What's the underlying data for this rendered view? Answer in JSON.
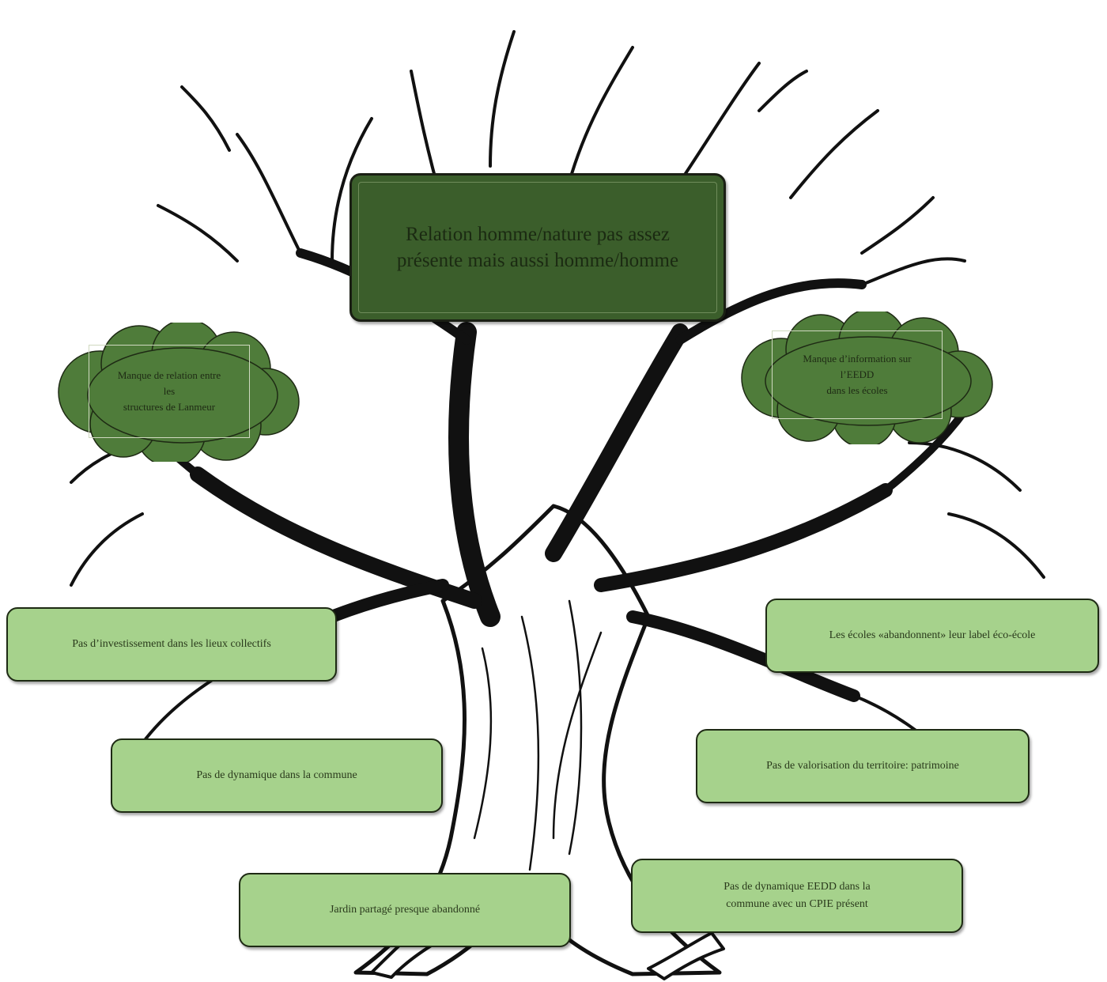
{
  "colors": {
    "light_box": "#a6d28c",
    "dark_box": "#3b5e2b",
    "cloud": "#4f7c3a",
    "outline": "#1e2a14"
  },
  "central": {
    "lines": [
      "Relation homme/nature pas assez",
      "présente mais aussi homme/homme"
    ]
  },
  "clouds": {
    "left": {
      "lines": [
        "Manque de relation entre",
        "les",
        "structures de Lanmeur"
      ]
    },
    "right": {
      "lines": [
        "Manque d’information sur",
        "l’EEDD",
        "dans les écoles"
      ]
    }
  },
  "boxes": {
    "investissement": "Pas d’investissement dans les lieux collectifs",
    "dynamique_commune": "Pas de dynamique dans la commune",
    "jardin": "Jardin partagé presque abandonné",
    "ecoles_label": "Les écoles «abandonnent» leur label éco-école",
    "valorisation": "Pas de valorisation du territoire: patrimoine",
    "dynamique_eedd": [
      "Pas de dynamique EEDD dans la",
      "commune avec un CPIE présent"
    ]
  }
}
